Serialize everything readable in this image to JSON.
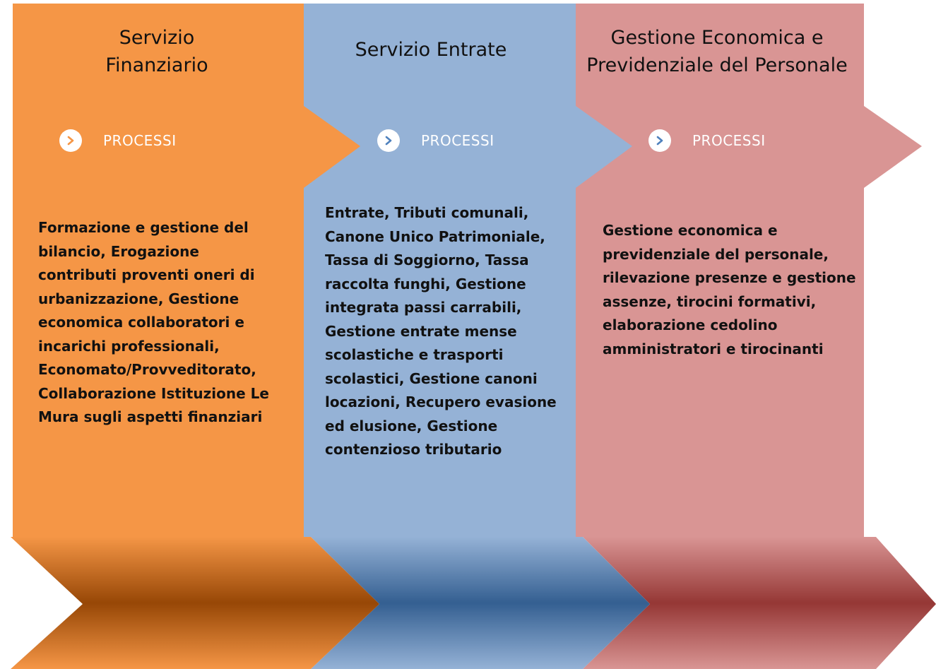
{
  "colors": {
    "orange": "#F59646",
    "blue": "#95B2D6",
    "pink": "#D99594",
    "orange_dark": "#974706",
    "blue_dark": "#345F91",
    "pink_dark": "#953735"
  },
  "columns": [
    {
      "title": "Servizio Finanziario",
      "process_label": "PROCESSI",
      "icon": "chevron-right-icon",
      "body": "Formazione e gestione del bilancio, Erogazione contributi proventi oneri di urbanizzazione, Gestione economica collaboratori e incarichi professionali, Economato/Provveditorato, Collaborazione Istituzione Le Mura sugli aspetti finanziari"
    },
    {
      "title": "Servizio Entrate",
      "process_label": "PROCESSI",
      "icon": "chevron-right-icon",
      "body": "Entrate, Tributi comunali, Canone Unico Patrimoniale, Tassa di Soggiorno, Tassa raccolta funghi, Gestione integrata passi carrabili, Gestione entrate mense scolastiche e trasporti scolastici, Gestione canoni locazioni, Recupero evasione ed elusione, Gestione contenzioso tributario"
    },
    {
      "title": "Gestione Economica e Previdenziale del Personale",
      "process_label": "PROCESSI",
      "icon": "chevron-right-icon",
      "body": "Gestione economica e previdenziale del personale, rilevazione presenze e gestione assenze, tirocini formativi, elaborazione cedolino amministratori e tirocinanti"
    }
  ]
}
